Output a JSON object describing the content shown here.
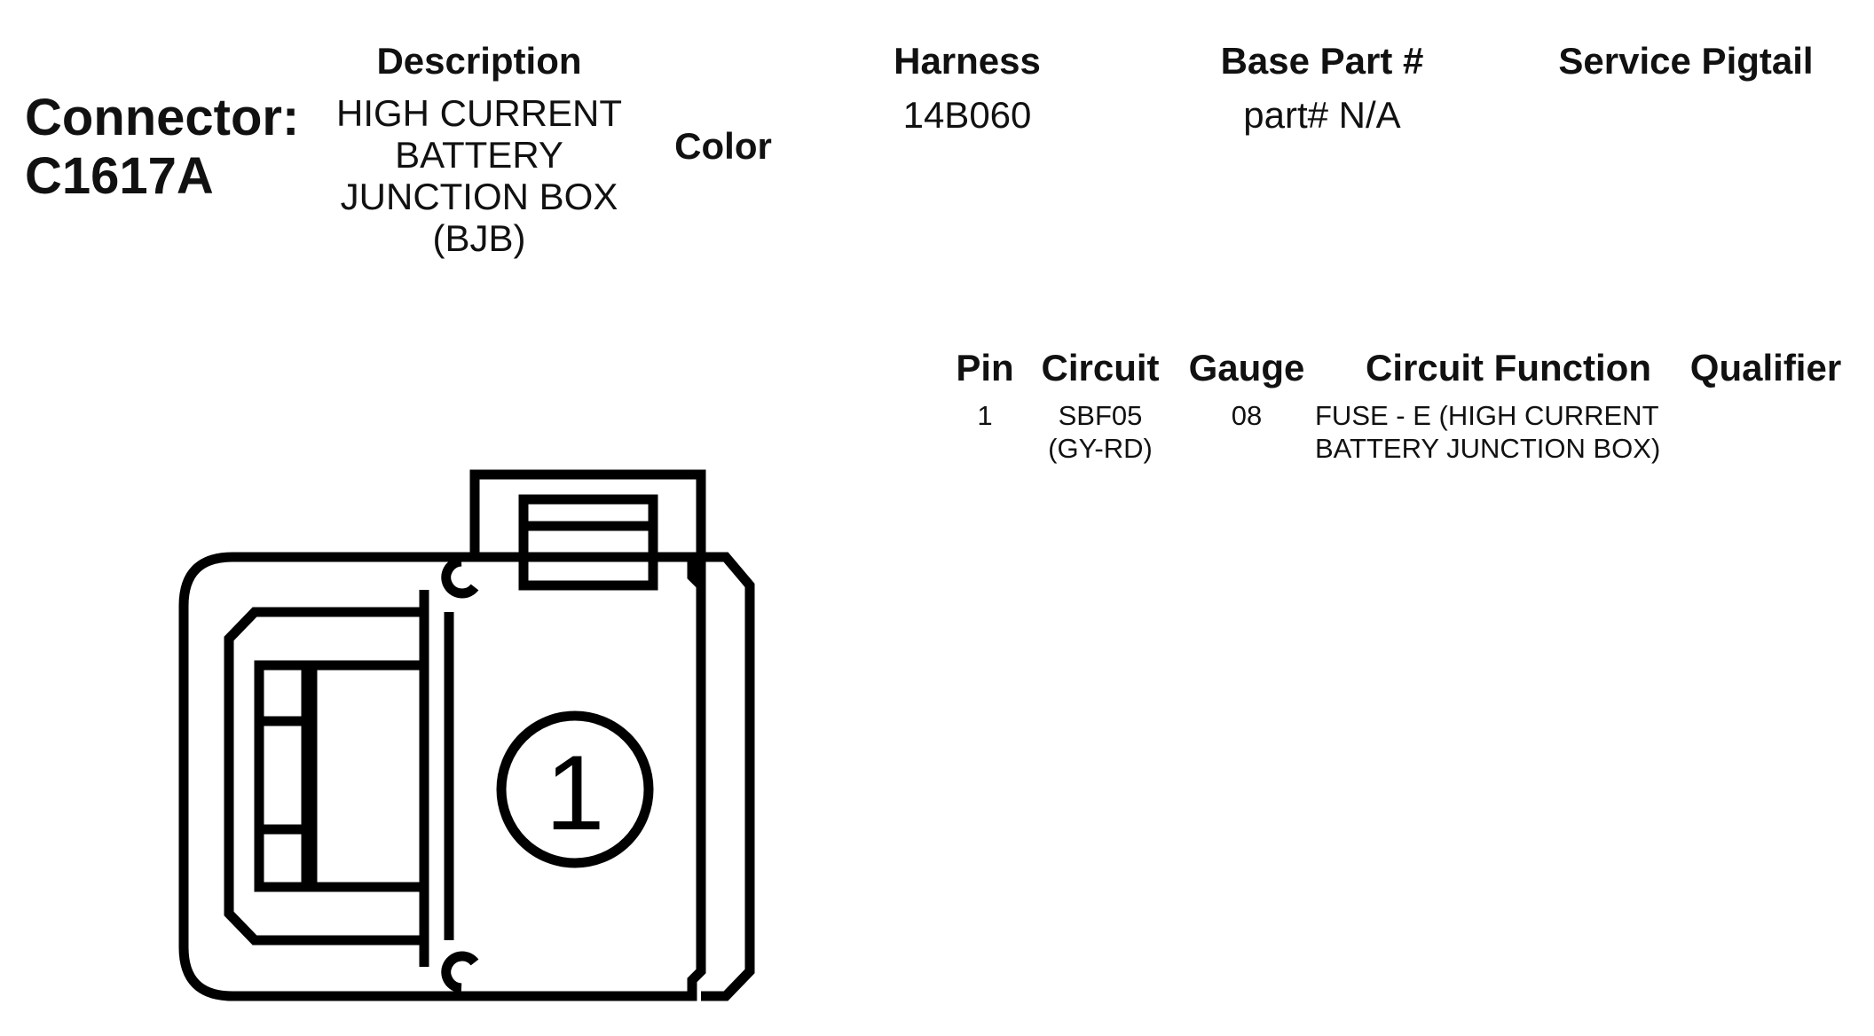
{
  "header": {
    "connector_label": "Connector:",
    "connector_id": "C1617A",
    "description_header": "Description",
    "description_lines": [
      "HIGH CURRENT",
      "BATTERY",
      "JUNCTION BOX",
      "(BJB)"
    ],
    "color_header": "Color",
    "harness_header": "Harness",
    "harness_value": "14B060",
    "base_part_header": "Base Part #",
    "base_part_value": "part# N/A",
    "service_pigtail_header": "Service Pigtail"
  },
  "pin_table": {
    "columns": [
      "Pin",
      "Circuit",
      "Gauge",
      "Circuit Function",
      "Qualifier"
    ],
    "rows": [
      {
        "pin": "1",
        "circuit_lines": [
          "SBF05",
          "(GY-RD)"
        ],
        "gauge": "08",
        "function_lines": [
          "FUSE - E (HIGH CURRENT",
          "BATTERY JUNCTION BOX)"
        ],
        "qualifier": ""
      }
    ]
  },
  "diagram": {
    "pin_label": "1",
    "icon": "connector-face-icon",
    "stroke_color": "#000000"
  }
}
